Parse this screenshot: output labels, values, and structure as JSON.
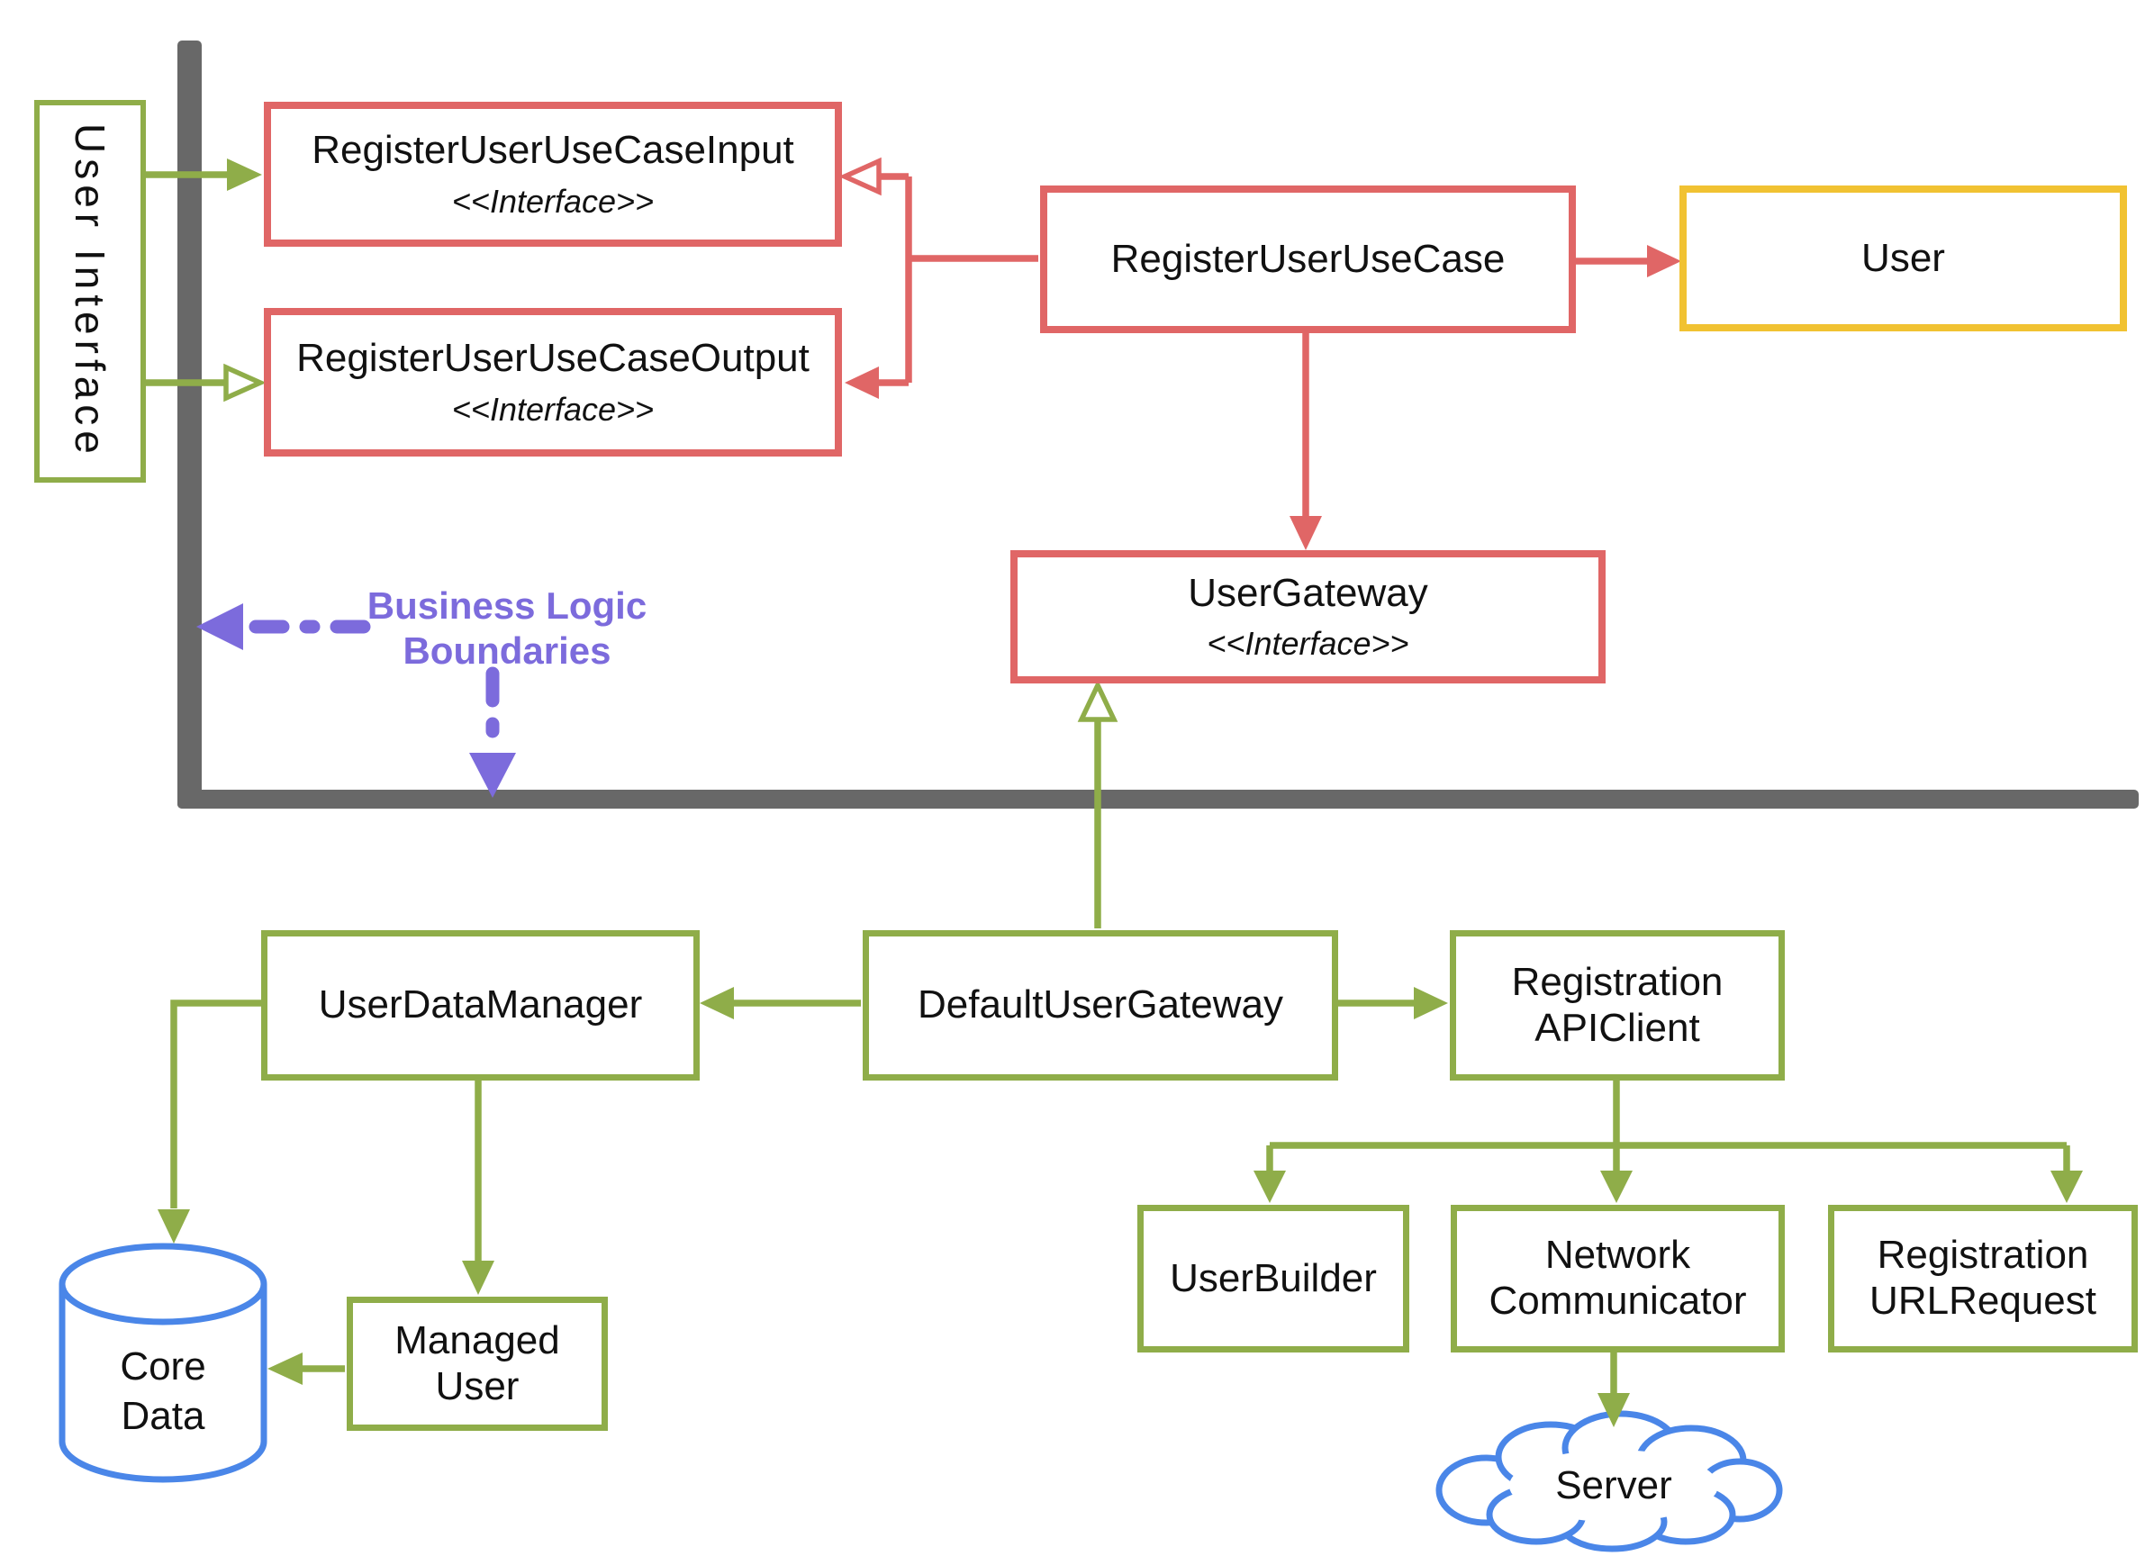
{
  "colors": {
    "red": "#e06666",
    "green": "#8fad49",
    "yellow": "#f1c232",
    "blue": "#4a86e8",
    "purple": "#7c6bdc",
    "gray": "#686868",
    "ink": "#111111"
  },
  "boundary": {
    "label": "Business Logic Boundaries"
  },
  "nodes": {
    "user_interface": {
      "label": "User Interface"
    },
    "register_user_use_case_input": {
      "title": "RegisterUserUseCaseInput",
      "stereotype": "<<Interface>>"
    },
    "register_user_use_case_output": {
      "title": "RegisterUserUseCaseOutput",
      "stereotype": "<<Interface>>"
    },
    "register_user_use_case": {
      "title": "RegisterUserUseCase"
    },
    "user": {
      "title": "User"
    },
    "user_gateway": {
      "title": "UserGateway",
      "stereotype": "<<Interface>>"
    },
    "default_user_gateway": {
      "title": "DefaultUserGateway"
    },
    "user_data_manager": {
      "title": "UserDataManager"
    },
    "registration_api_client": {
      "title": "Registration APIClient"
    },
    "user_builder": {
      "title": "UserBuilder"
    },
    "network_communicator": {
      "title": "Network Communicator"
    },
    "registration_url_request": {
      "title": "Registration URLRequest"
    },
    "managed_user": {
      "title": "Managed User"
    },
    "core_data": {
      "title": "Core Data"
    },
    "server": {
      "title": "Server"
    }
  },
  "edges": [
    {
      "from": "user_interface",
      "to": "register_user_use_case_input",
      "color": "green",
      "head": "filled"
    },
    {
      "from": "user_interface",
      "to": "register_user_use_case_output",
      "color": "green",
      "head": "open"
    },
    {
      "from": "register_user_use_case",
      "to": "register_user_use_case_input",
      "color": "red",
      "head": "open"
    },
    {
      "from": "register_user_use_case",
      "to": "register_user_use_case_output",
      "color": "red",
      "head": "filled"
    },
    {
      "from": "register_user_use_case",
      "to": "user",
      "color": "red",
      "head": "filled"
    },
    {
      "from": "register_user_use_case",
      "to": "user_gateway",
      "color": "red",
      "head": "filled"
    },
    {
      "from": "default_user_gateway",
      "to": "user_gateway",
      "color": "green",
      "head": "open"
    },
    {
      "from": "default_user_gateway",
      "to": "user_data_manager",
      "color": "green",
      "head": "filled"
    },
    {
      "from": "default_user_gateway",
      "to": "registration_api_client",
      "color": "green",
      "head": "filled"
    },
    {
      "from": "user_data_manager",
      "to": "core_data",
      "color": "green",
      "head": "filled"
    },
    {
      "from": "user_data_manager",
      "to": "managed_user",
      "color": "green",
      "head": "filled"
    },
    {
      "from": "managed_user",
      "to": "core_data",
      "color": "green",
      "head": "filled"
    },
    {
      "from": "registration_api_client",
      "to": "user_builder",
      "color": "green",
      "head": "filled"
    },
    {
      "from": "registration_api_client",
      "to": "network_communicator",
      "color": "green",
      "head": "filled"
    },
    {
      "from": "registration_api_client",
      "to": "registration_url_request",
      "color": "green",
      "head": "filled"
    },
    {
      "from": "network_communicator",
      "to": "server",
      "color": "green",
      "head": "filled"
    },
    {
      "from": "business_logic_boundaries_label",
      "to": "boundary-vertical-bar",
      "color": "purple",
      "head": "filled",
      "style": "dashed"
    },
    {
      "from": "business_logic_boundaries_label",
      "to": "boundary-horizontal-bar",
      "color": "purple",
      "head": "filled",
      "style": "dashed"
    }
  ]
}
